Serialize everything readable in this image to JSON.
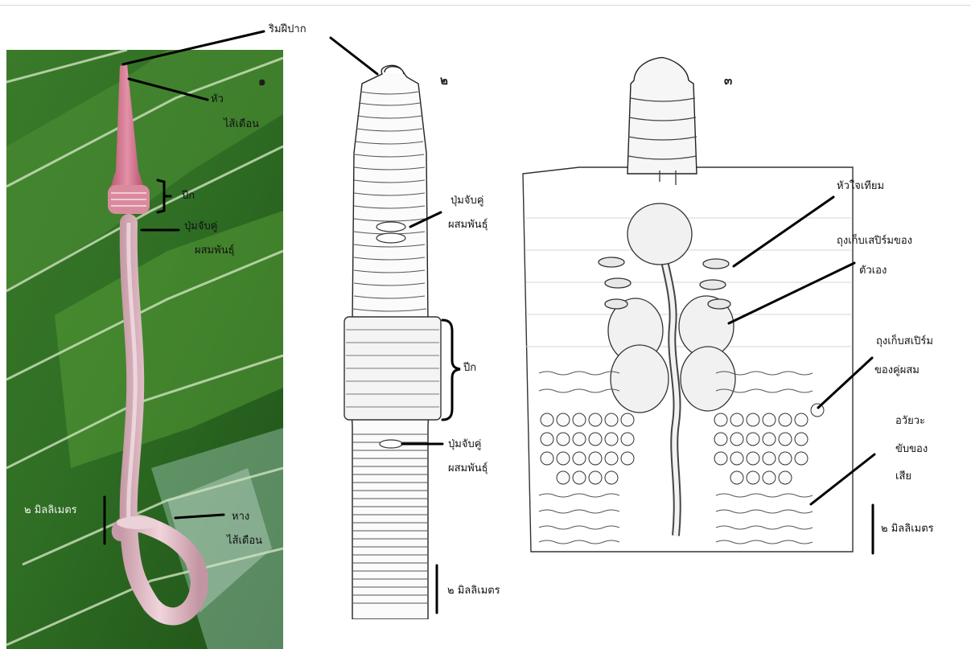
{
  "figure": {
    "panel1": {
      "number": "๑",
      "labels": {
        "mouth": "ริมฝีปาก",
        "head_line1": "หัว",
        "head_line2": "ไส้เดือน",
        "clitellum": "ปีก",
        "copulatory_line1": "ปุ่มจับคู่",
        "copulatory_line2": "ผสมพันธุ์",
        "scale": "๒ มิลลิเมตร",
        "tail_line1": "หาง",
        "tail_line2": "ไส้เดือน"
      }
    },
    "panel2": {
      "number": "๒",
      "labels": {
        "copulatory_top_line1": "ปุ่มจับคู่",
        "copulatory_top_line2": "ผสมพันธุ์",
        "clitellum": "ปีก",
        "copulatory_bottom_line1": "ปุ่มจับคู่",
        "copulatory_bottom_line2": "ผสมพันธุ์",
        "scale": "๒ มิลลิเมตร"
      }
    },
    "panel3": {
      "number": "๓",
      "labels": {
        "pseudo_heart": "หัวใจเทียม",
        "seminal_vesicle_line1": "ถุงเก็บเสปิร์มของ",
        "seminal_vesicle_line2": "ตัวเอง",
        "spermatheca_line1": "ถุงเก็บสเปิร์ม",
        "spermatheca_line2": "ของคู่ผสม",
        "nephridia_line1": "อวัยวะ",
        "nephridia_line2": "ขับของ",
        "nephridia_line3": "เสีย",
        "scale": "๒ มิลลิเมตร"
      }
    }
  }
}
